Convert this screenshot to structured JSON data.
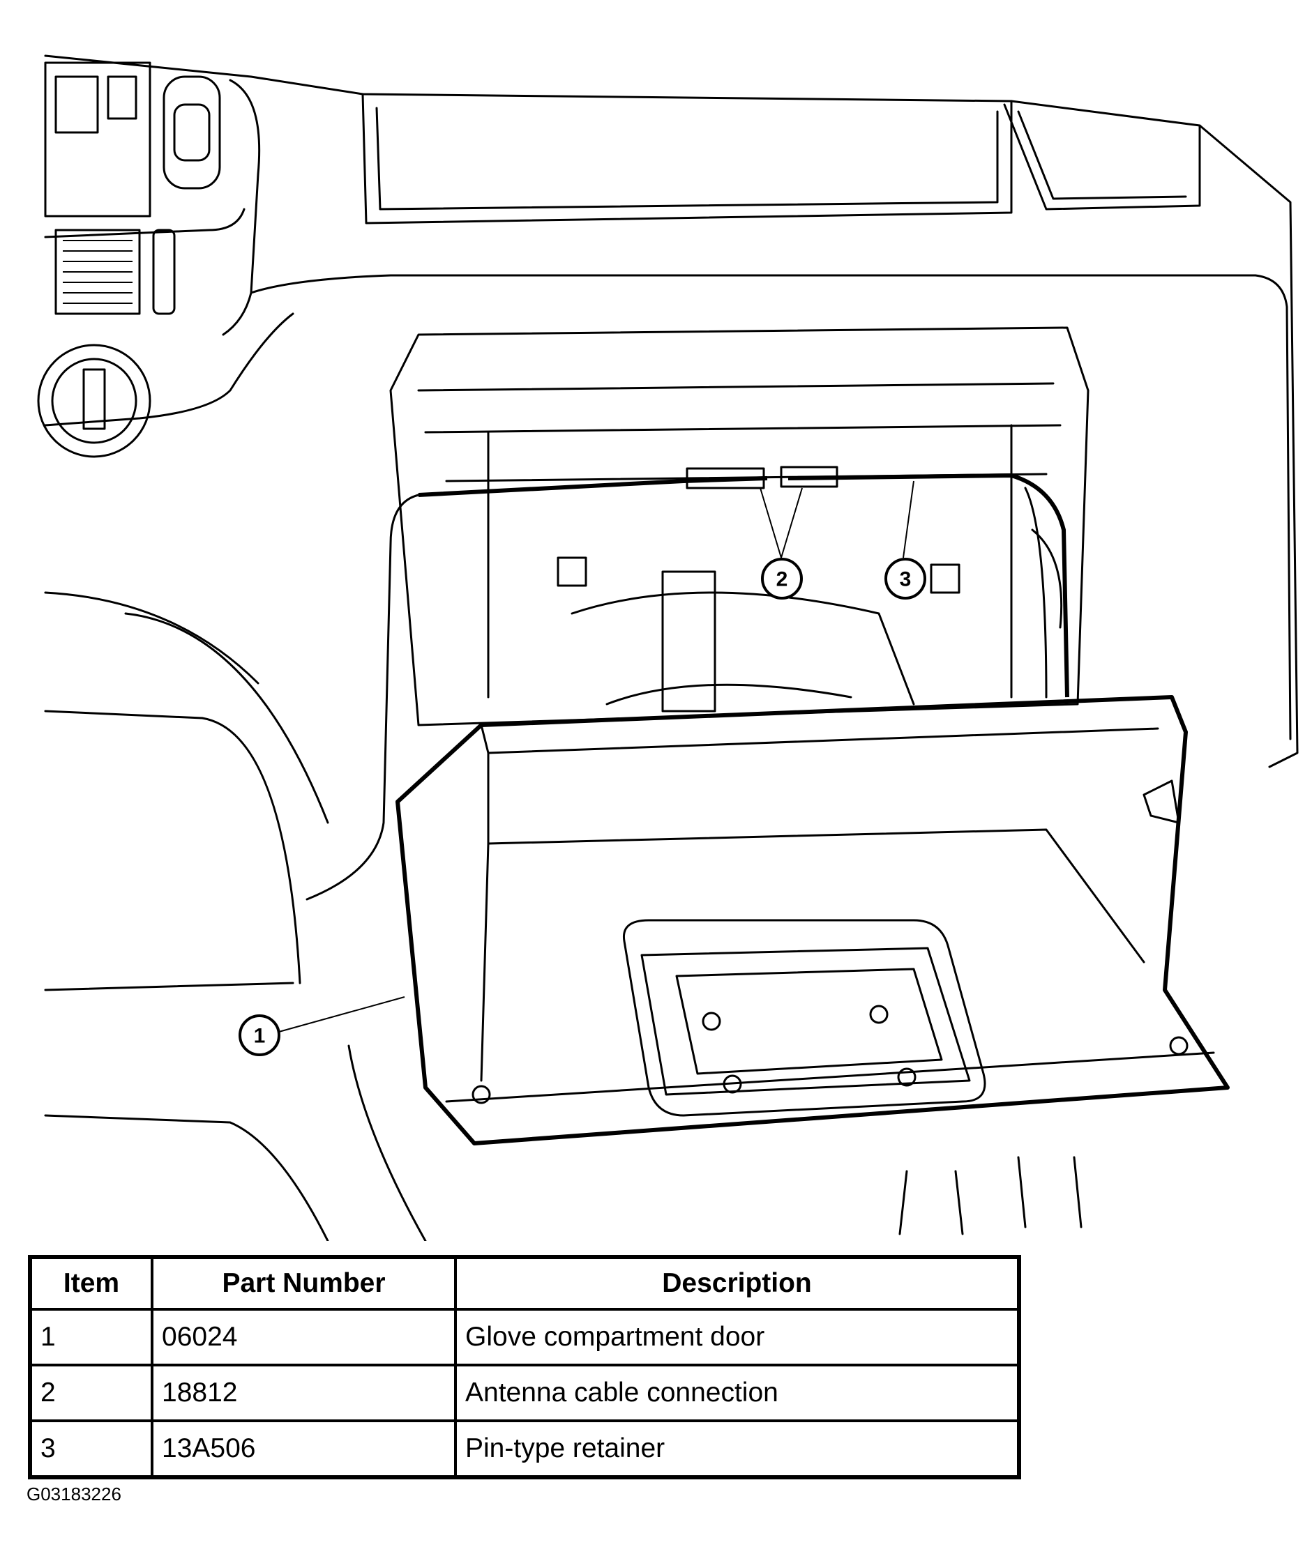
{
  "callouts": [
    "1",
    "2",
    "3"
  ],
  "table": {
    "headers": [
      "Item",
      "Part Number",
      "Description"
    ],
    "rows": [
      {
        "item": "1",
        "part_number": "06024",
        "description": "Glove compartment door"
      },
      {
        "item": "2",
        "part_number": "18812",
        "description": "Antenna cable connection"
      },
      {
        "item": "3",
        "part_number": "13A506",
        "description": "Pin-type retainer"
      }
    ]
  },
  "figure_id": "G03183226"
}
